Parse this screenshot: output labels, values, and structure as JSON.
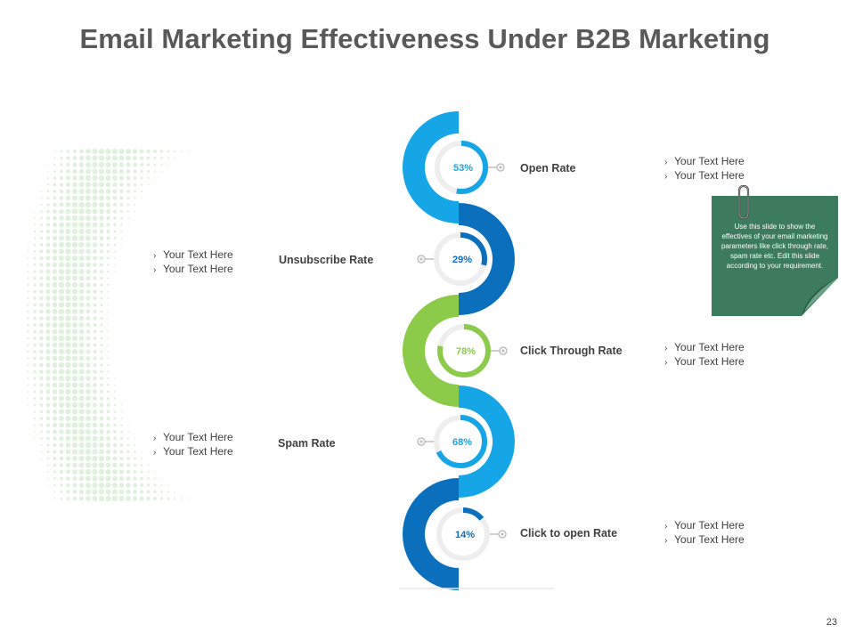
{
  "slide": {
    "title": "Email Marketing Effectiveness Under B2B Marketing",
    "page_number": "23"
  },
  "colors": {
    "light_blue": "#16a6e8",
    "dark_blue": "#0a6fbd",
    "green": "#8cca49",
    "ring_gray": "#eeeeee",
    "note_green": "#3d7b5e",
    "text_gray": "#404040"
  },
  "metrics": [
    {
      "label": "Open Rate",
      "percent_text": "53%",
      "value": 53,
      "color": "#16a6e8",
      "side": "right",
      "bullets": [
        "Your Text Here",
        "Your Text Here"
      ]
    },
    {
      "label": "Unsubscribe Rate",
      "percent_text": "29%",
      "value": 29,
      "color": "#0a6fbd",
      "side": "left",
      "bullets": [
        "Your Text Here",
        "Your Text Here"
      ]
    },
    {
      "label": "Click Through Rate",
      "percent_text": "78%",
      "value": 78,
      "color": "#8cca49",
      "side": "right",
      "bullets": [
        "Your Text Here",
        "Your Text Here"
      ]
    },
    {
      "label": "Spam Rate",
      "percent_text": "68%",
      "value": 68,
      "color": "#16a6e8",
      "side": "left",
      "bullets": [
        "Your Text Here",
        "Your Text Here"
      ]
    },
    {
      "label": "Click to open Rate",
      "percent_text": "14%",
      "value": 14,
      "color": "#0a6fbd",
      "side": "right",
      "bullets": [
        "Your Text Here",
        "Your Text Here"
      ]
    }
  ],
  "sticky_note": {
    "text": "Use this slide to show the effectives of your email marketing parameters like click through rate, spam rate etc. Edit this slide according to your requirement."
  }
}
